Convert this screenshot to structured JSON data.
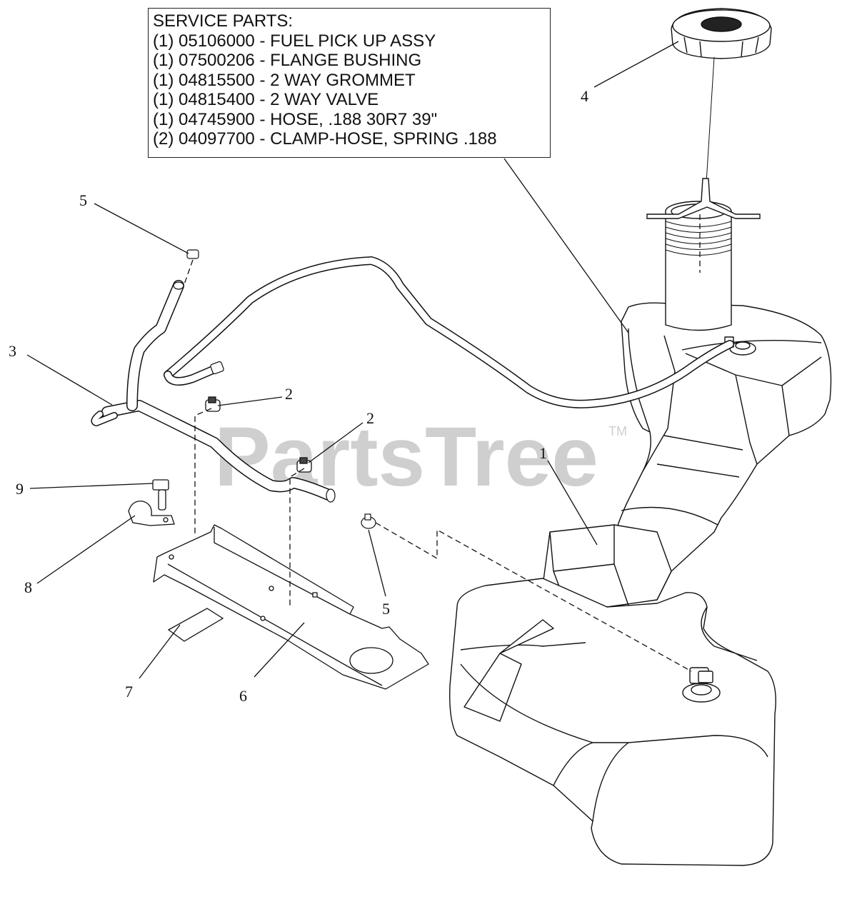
{
  "service_box": {
    "title": "SERVICE PARTS:",
    "lines": [
      "(1) 05106000 - FUEL PICK UP ASSY",
      "(1) 07500206 - FLANGE BUSHING",
      "(1) 04815500 - 2 WAY GROMMET",
      "(1) 04815400 - 2 WAY VALVE",
      "(1) 04745900 - HOSE, .188 30R7 39\"",
      "(2) 04097700 - CLAMP-HOSE, SPRING .188"
    ]
  },
  "callouts": {
    "fuel_tank": "1",
    "clamp_upper": "2",
    "clamp_lower": "2",
    "fuel_hose": "3",
    "fuel_cap": "4",
    "clamp_top_left": "5",
    "clamp_tank": "5",
    "tank_bracket": "6",
    "pad": "7",
    "hose_clip": "8",
    "bolt": "9"
  },
  "watermark": {
    "text": "PartsTree",
    "trademark": "TM"
  }
}
